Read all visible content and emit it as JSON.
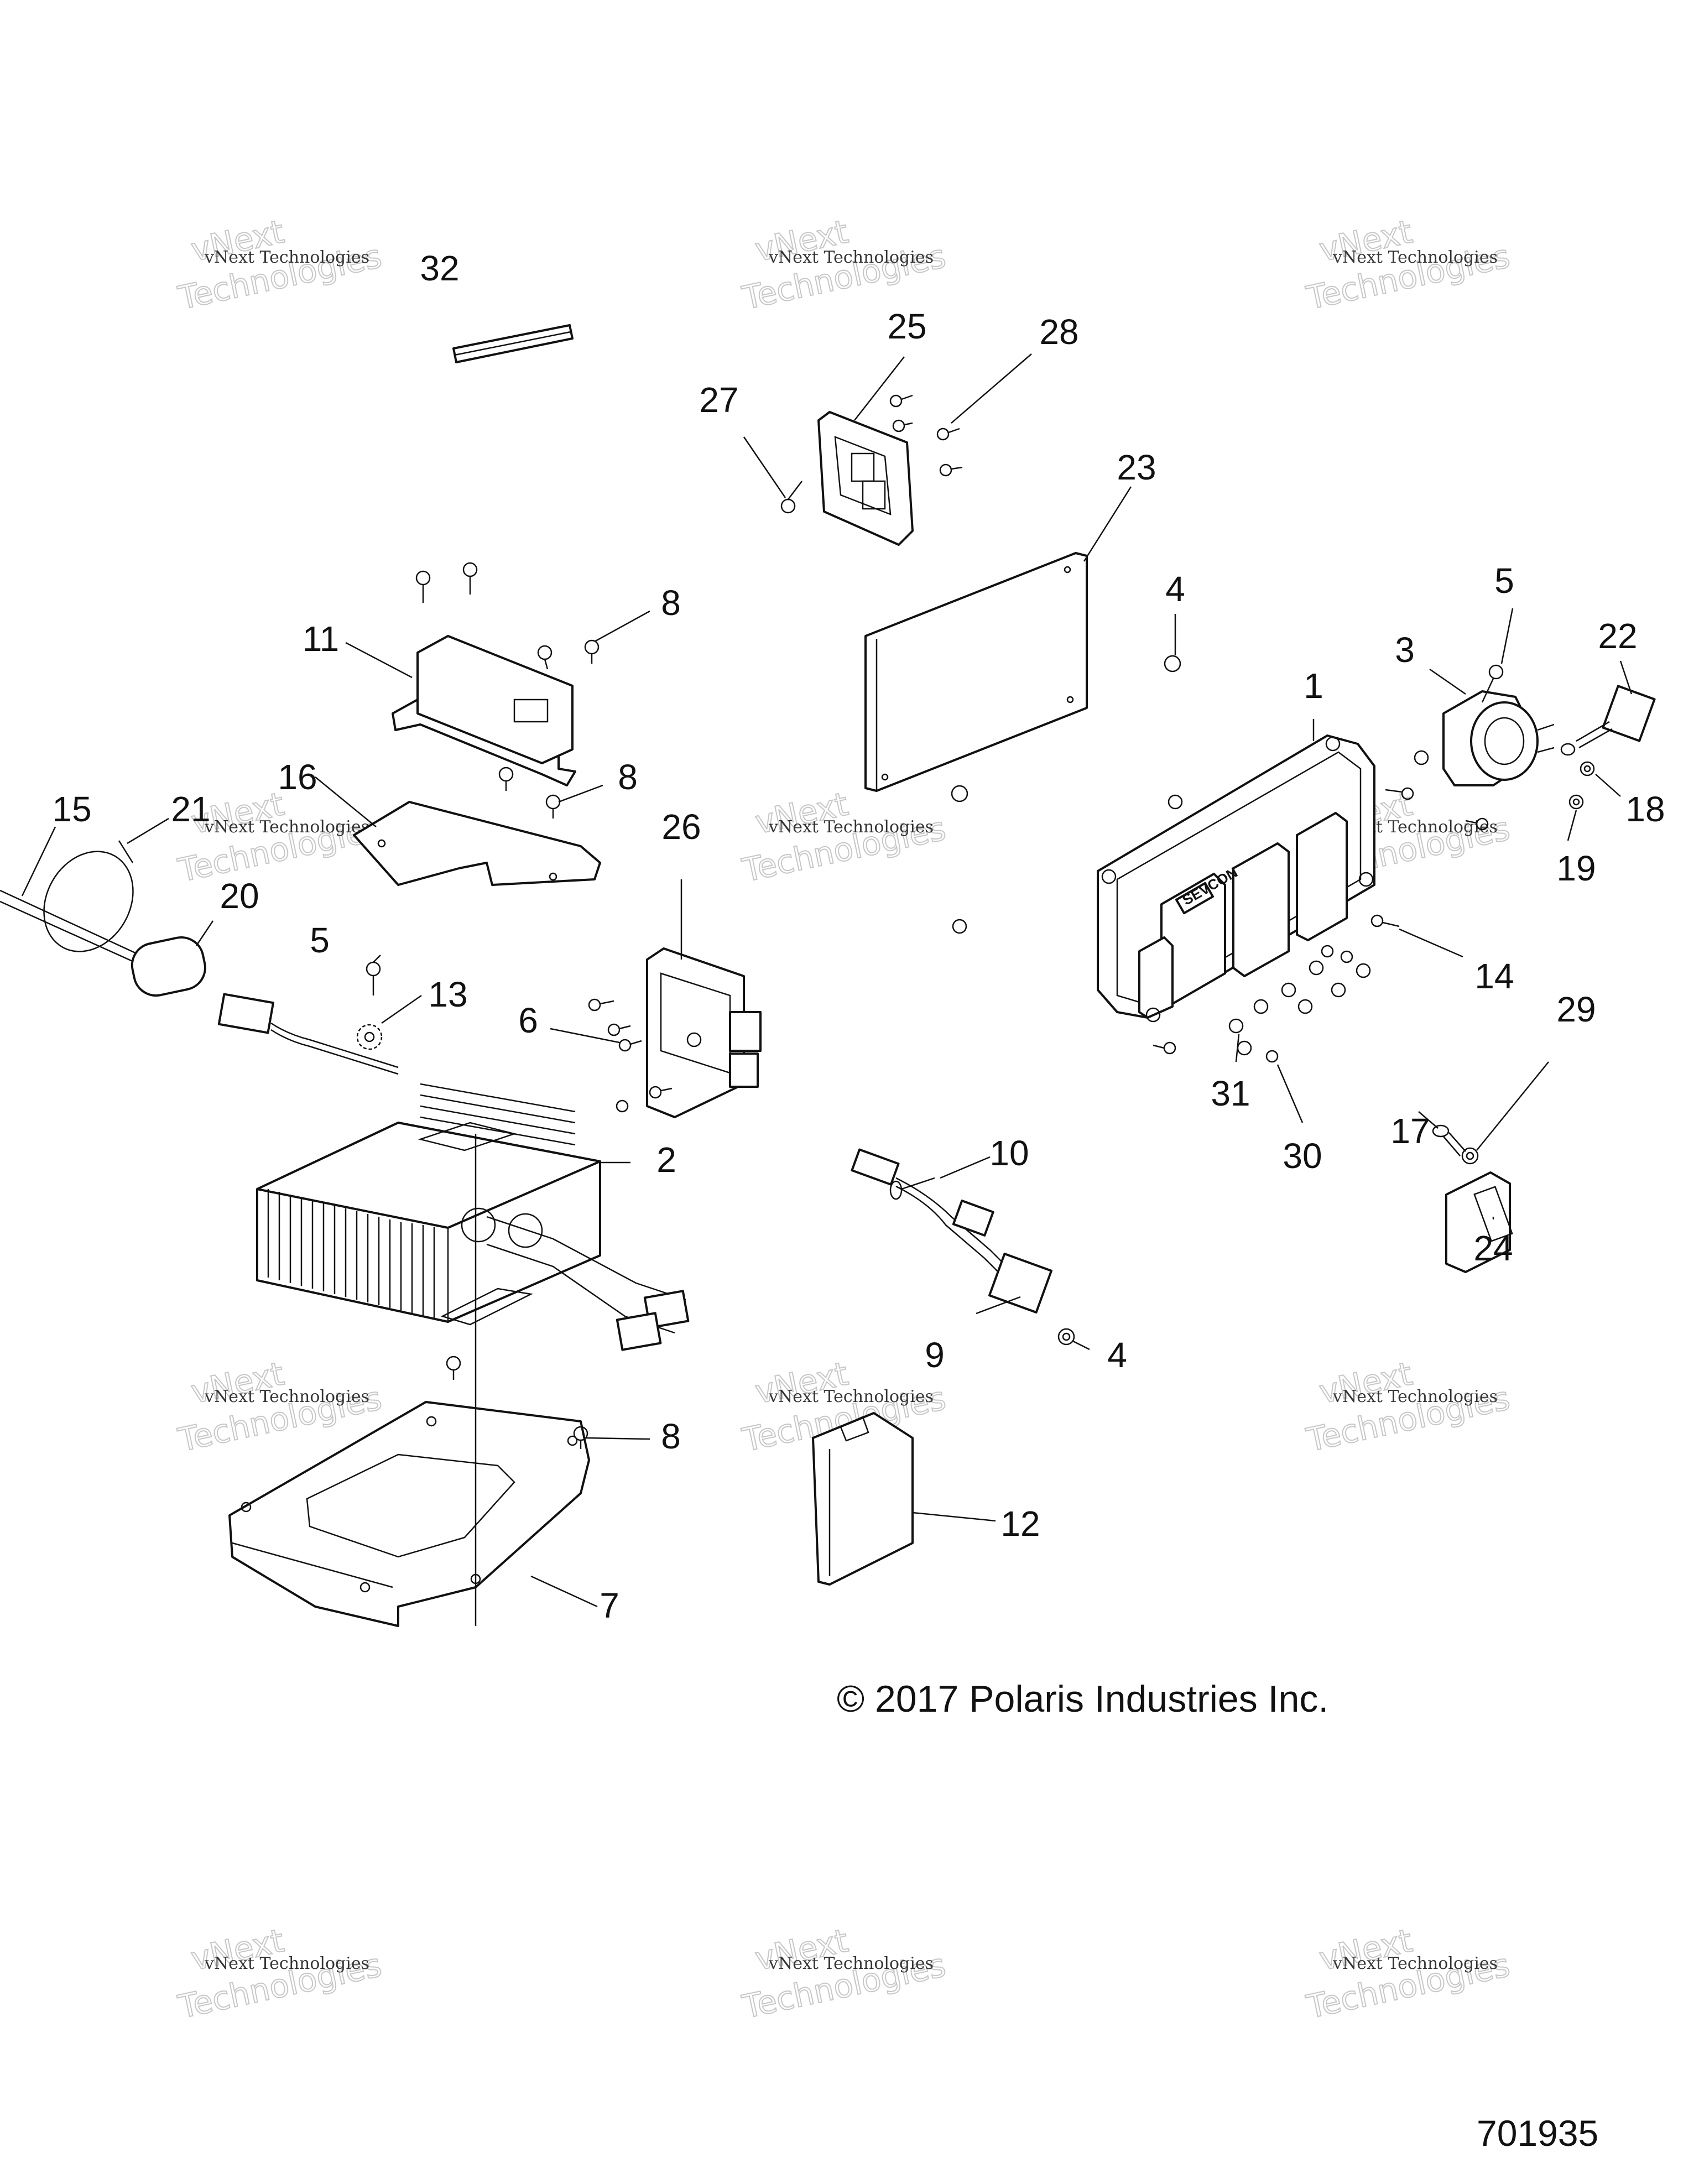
{
  "watermark": {
    "line1": "vNext Technologies",
    "line2": "vNext",
    "line3": "Technologies"
  },
  "callouts": [
    {
      "id": "c1",
      "label": "1"
    },
    {
      "id": "c2",
      "label": "2"
    },
    {
      "id": "c3",
      "label": "3"
    },
    {
      "id": "c4a",
      "label": "4"
    },
    {
      "id": "c4b",
      "label": "4"
    },
    {
      "id": "c5a",
      "label": "5"
    },
    {
      "id": "c5b",
      "label": "5"
    },
    {
      "id": "c6",
      "label": "6"
    },
    {
      "id": "c7",
      "label": "7"
    },
    {
      "id": "c8a",
      "label": "8"
    },
    {
      "id": "c8b",
      "label": "8"
    },
    {
      "id": "c8c",
      "label": "8"
    },
    {
      "id": "c9",
      "label": "9"
    },
    {
      "id": "c10",
      "label": "10"
    },
    {
      "id": "c11",
      "label": "11"
    },
    {
      "id": "c12",
      "label": "12"
    },
    {
      "id": "c13",
      "label": "13"
    },
    {
      "id": "c14",
      "label": "14"
    },
    {
      "id": "c15",
      "label": "15"
    },
    {
      "id": "c16",
      "label": "16"
    },
    {
      "id": "c17",
      "label": "17"
    },
    {
      "id": "c18",
      "label": "18"
    },
    {
      "id": "c19",
      "label": "19"
    },
    {
      "id": "c20",
      "label": "20"
    },
    {
      "id": "c21",
      "label": "21"
    },
    {
      "id": "c22",
      "label": "22"
    },
    {
      "id": "c23",
      "label": "23"
    },
    {
      "id": "c24",
      "label": "24"
    },
    {
      "id": "c25",
      "label": "25"
    },
    {
      "id": "c26",
      "label": "26"
    },
    {
      "id": "c27",
      "label": "27"
    },
    {
      "id": "c28",
      "label": "28"
    },
    {
      "id": "c29",
      "label": "29"
    },
    {
      "id": "c30",
      "label": "30"
    },
    {
      "id": "c31",
      "label": "31"
    },
    {
      "id": "c32",
      "label": "32"
    }
  ],
  "controller_logo": "SEVCON",
  "copyright": "© 2017 Polaris Industries Inc.",
  "document_number": "701935"
}
